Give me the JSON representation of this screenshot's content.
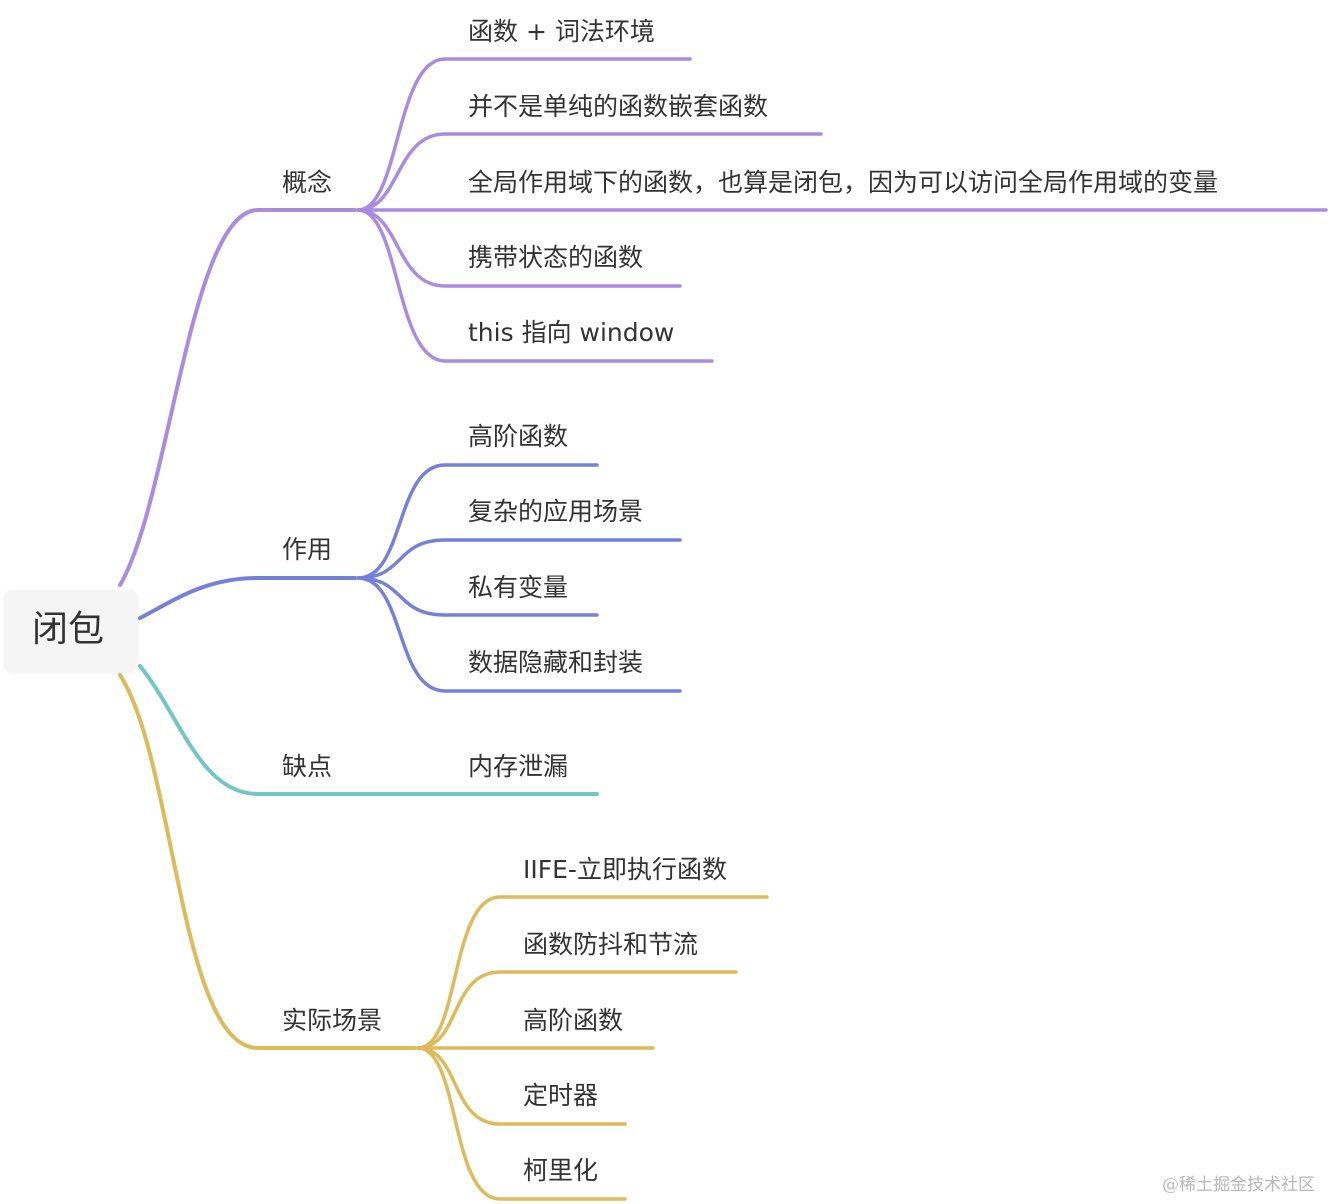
{
  "root": {
    "label": "闭包"
  },
  "branches": {
    "concept": {
      "label": "概念",
      "color": "#a98be0",
      "items": [
        "函数 + 词法环境",
        "并不是单纯的函数嵌套函数",
        "全局作用域下的函数，也算是闭包，因为可以访问全局作用域的变量",
        "携带状态的函数",
        "this 指向 window"
      ]
    },
    "usage": {
      "label": "作用",
      "color": "#7580d8",
      "items": [
        "高阶函数",
        "复杂的应用场景",
        "私有变量",
        "数据隐藏和封装"
      ]
    },
    "drawback": {
      "label": "缺点",
      "color": "#72c6c3",
      "items": [
        "内存泄漏"
      ]
    },
    "scenarios": {
      "label": "实际场景",
      "color": "#ddbb5c",
      "items": [
        "IIFE-立即执行函数",
        "函数防抖和节流",
        "高阶函数",
        "定时器",
        "柯里化"
      ]
    }
  },
  "watermark": "@稀土掘金技术社区"
}
